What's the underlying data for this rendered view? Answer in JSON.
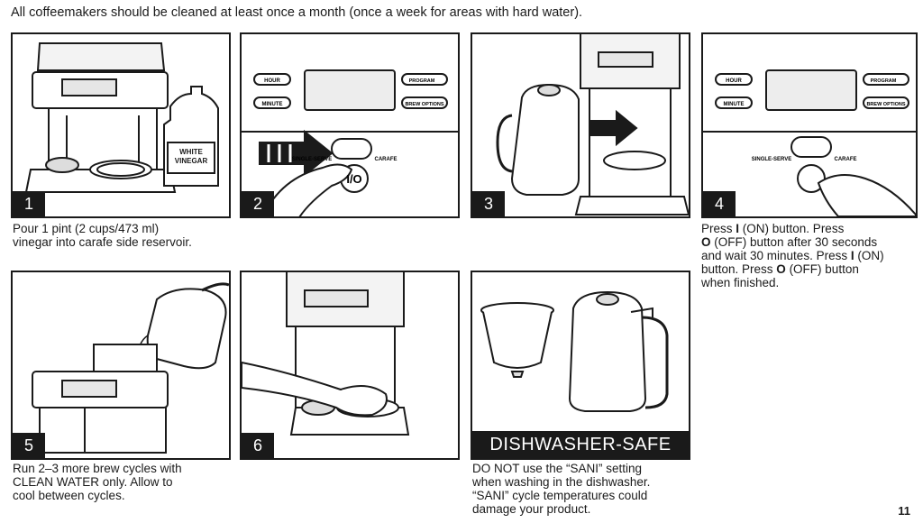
{
  "intro_text": "All coffeemakers should be cleaned at least once a month (once a week for areas with hard water).",
  "steps": [
    {
      "number": "1",
      "caption_lines": [
        "Pour 1 pint (2 cups/473 ml)",
        "vinegar into carafe side reservoir."
      ]
    },
    {
      "number": "2"
    },
    {
      "number": "3"
    },
    {
      "number": "4"
    },
    {
      "number": "5",
      "caption_lines": [
        "Run 2–3 more brew cycles with",
        "CLEAN WATER only. Allow to",
        "cool between cycles."
      ]
    },
    {
      "number": "6"
    }
  ],
  "step4_caption": {
    "line1_pre": "Press ",
    "line1_bold": "I",
    "line1_post": " (ON) button. Press",
    "line2_bold": "O",
    "line2_post": " (OFF) button after 30 seconds",
    "line3_pre": "and wait 30 minutes. Press ",
    "line3_bold": "I",
    "line3_post": " (ON)",
    "line4_pre": "button. Press ",
    "line4_bold": "O",
    "line4_post": " (OFF) button",
    "line5": "when finished."
  },
  "dishwasher": {
    "banner": "DISHWASHER-SAFE",
    "caption_lines": [
      "DO NOT use the “SANI” setting",
      "when washing in the dishwasher.",
      "“SANI” cycle temperatures could",
      "damage your product."
    ]
  },
  "bottle_label": [
    "WHITE",
    "VINEGAR"
  ],
  "control_labels": {
    "hour": "HOUR",
    "minute": "MINUTE",
    "program": "PROGRAM",
    "brew_options": "BREW OPTIONS",
    "single_serve": "SINGLE-SERVE",
    "carafe": "CARAFE",
    "power": "I/O"
  },
  "page_number": "11"
}
